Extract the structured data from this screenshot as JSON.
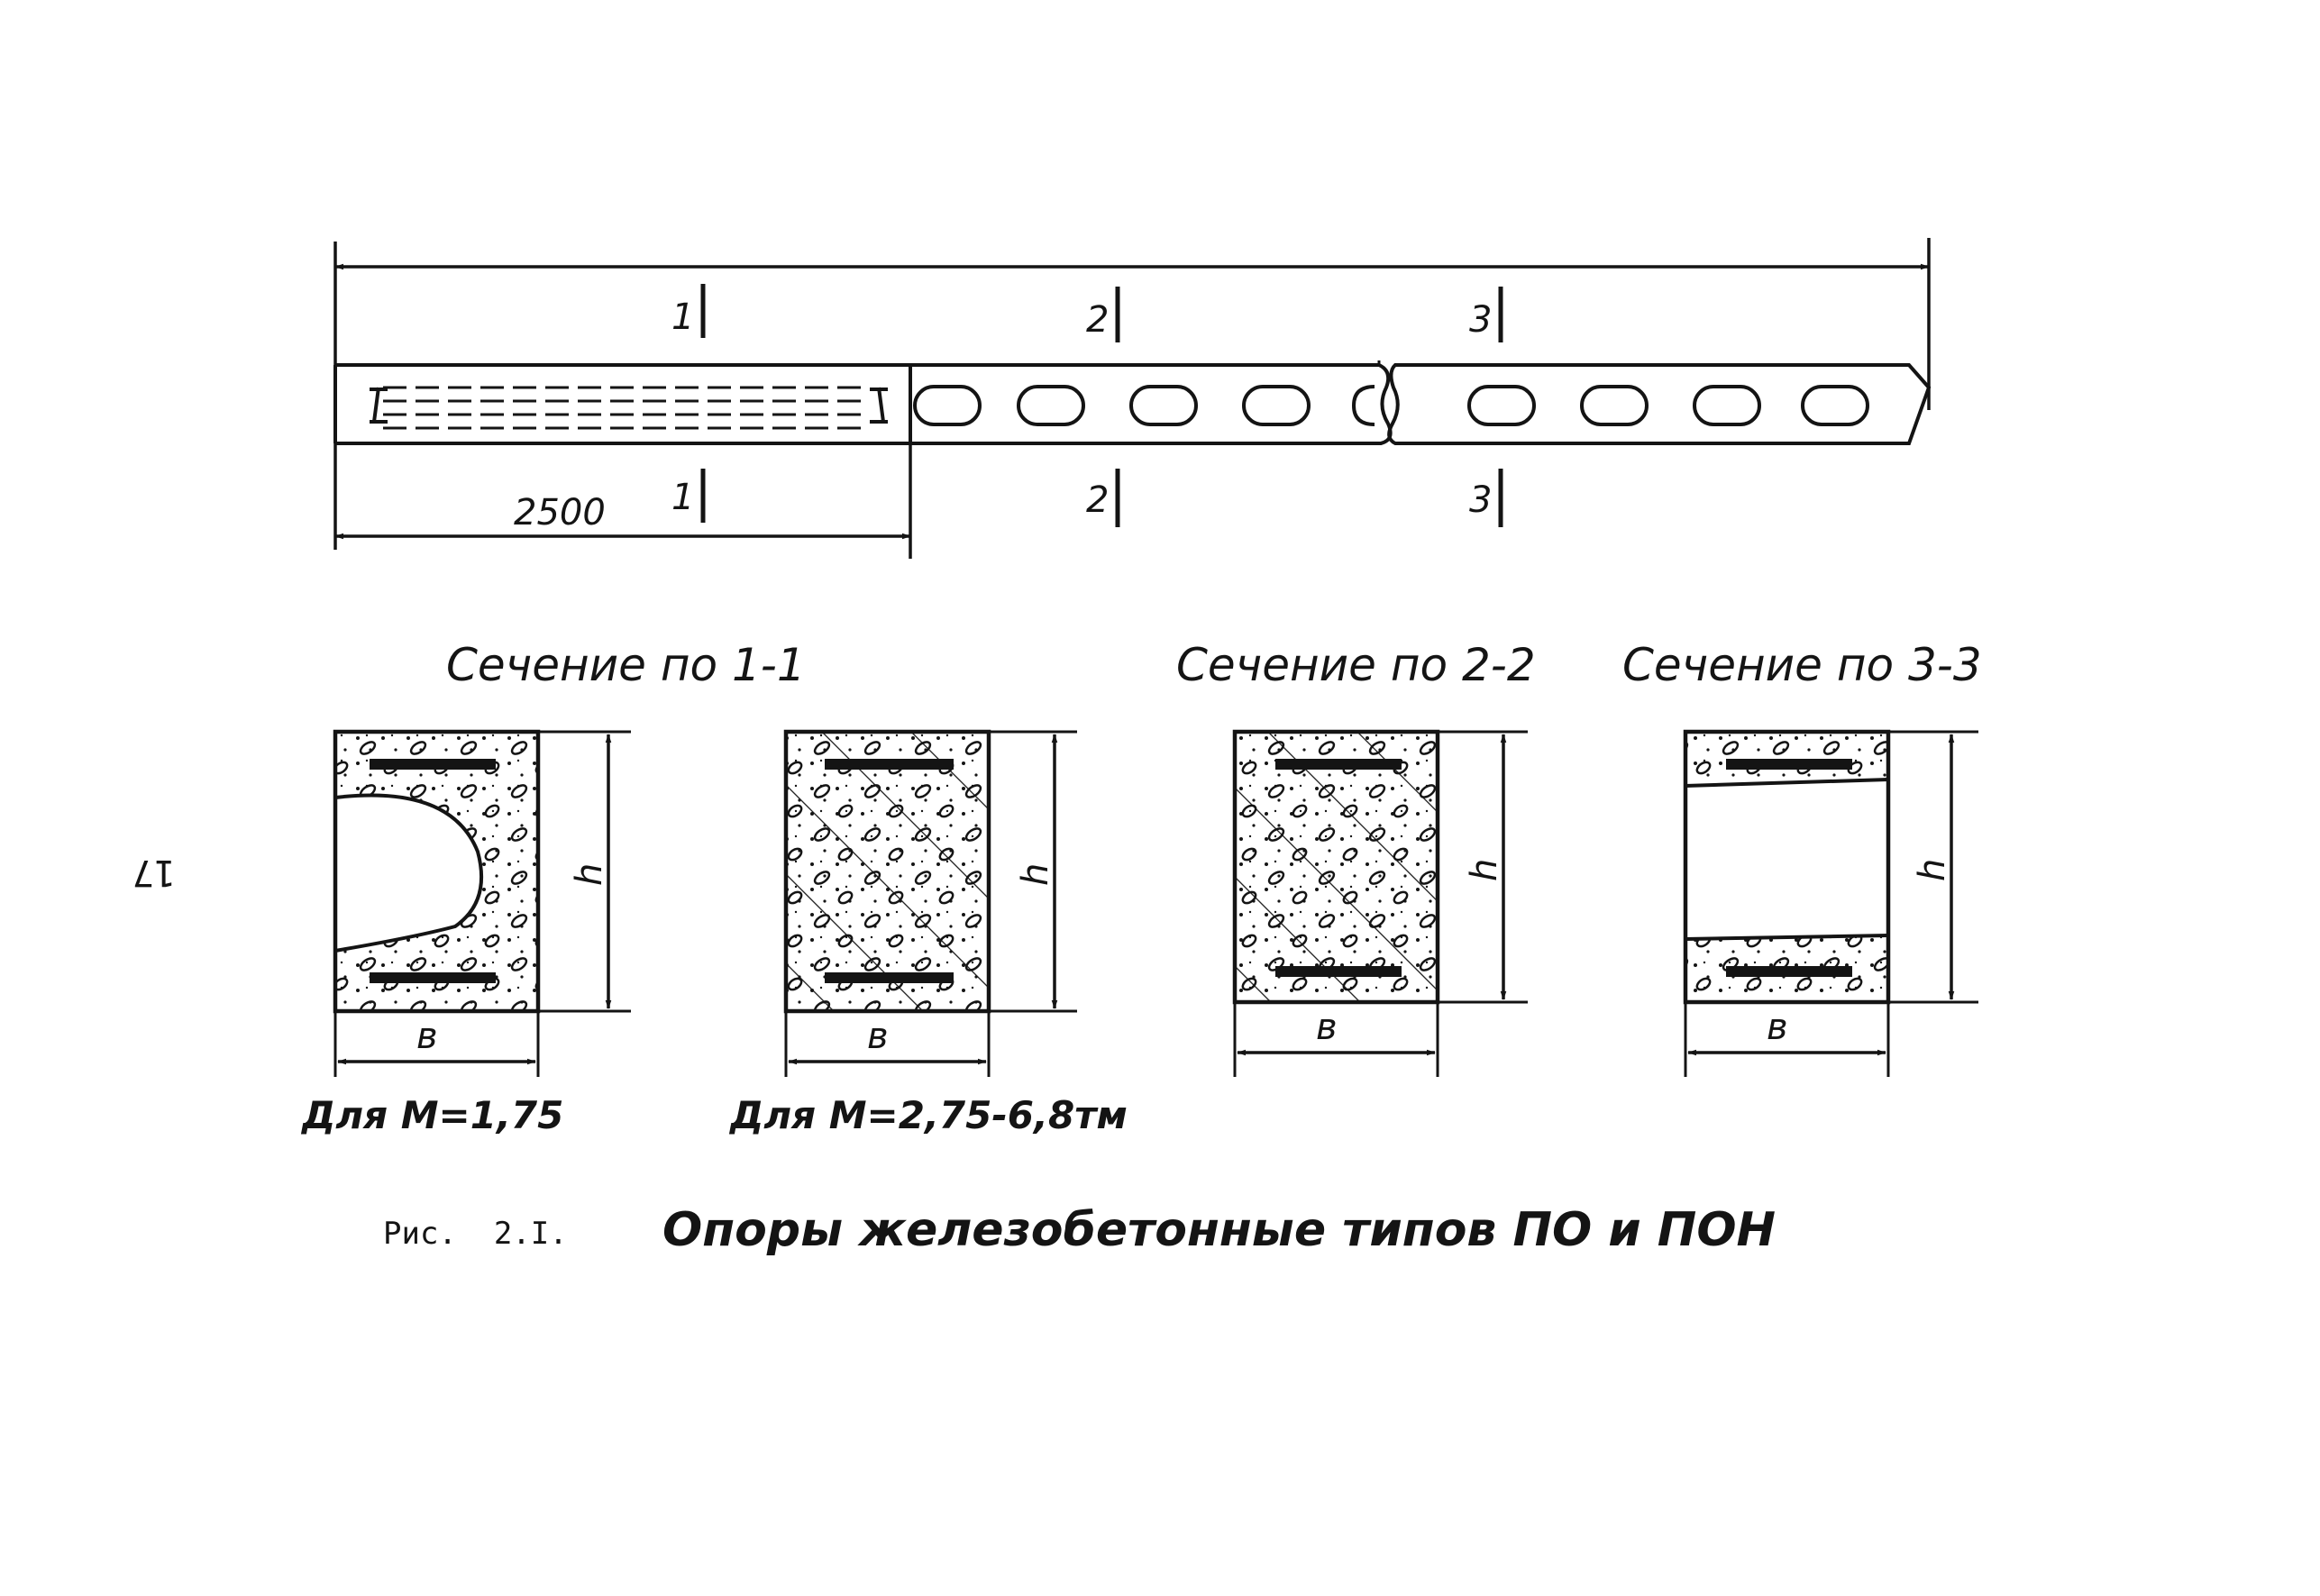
{
  "page_number": "17",
  "elevation": {
    "dimension_label": "2500",
    "section_marks": [
      "1",
      "2",
      "3"
    ]
  },
  "sections": [
    {
      "title": "Сечение по 1-1",
      "width_label": "в",
      "height_label": "h",
      "note": "Для М=1,75"
    },
    {
      "title": "",
      "width_label": "в",
      "height_label": "h",
      "note": "Для М=2,75-6,8тм"
    },
    {
      "title": "Сечение по 2-2",
      "width_label": "в",
      "height_label": "h",
      "note": ""
    },
    {
      "title": "Сечение по 3-3",
      "width_label": "в",
      "height_label": "h",
      "note": ""
    }
  ],
  "caption": {
    "number": "Рис.  2.I.",
    "text": "Опоры железобетонные типов ПО и ПОН"
  },
  "colors": {
    "ink": "#141414",
    "paper": "#ffffff"
  }
}
